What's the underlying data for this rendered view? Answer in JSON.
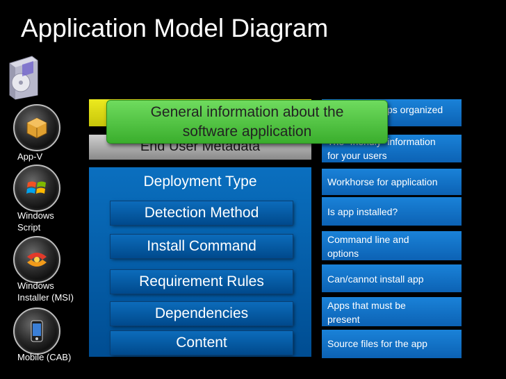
{
  "title": "Application Model Diagram",
  "icons": [
    {
      "name": "App-V",
      "label": "App-V"
    },
    {
      "name": "Windows Script",
      "label_lines": [
        "Windows",
        "Script"
      ]
    },
    {
      "name": "Windows Installer (MSI)",
      "label_lines": [
        "Windows",
        "Installer (MSI)"
      ]
    },
    {
      "name": "Mobile (CAB)",
      "label": "Mobile (CAB)"
    }
  ],
  "callout": {
    "lines": [
      "General information about the",
      "software application"
    ]
  },
  "stack": {
    "end_user_metadata": "End User Metadata",
    "deployment_type": "Deployment Type",
    "items": [
      "Detection Method",
      "Install Command",
      "Requirement Rules",
      "Dependencies",
      "Content"
    ]
  },
  "descriptions": [
    {
      "lines": [
        "ps organized"
      ]
    },
    {
      "lines": [
        "The “friendly” information",
        "for your users"
      ]
    },
    {
      "lines": [
        "Workhorse for application"
      ]
    },
    {
      "lines": [
        "Is app installed?"
      ]
    },
    {
      "lines": [
        "Command line and",
        "options"
      ]
    },
    {
      "lines": [
        "Can/cannot install app"
      ]
    },
    {
      "lines": [
        "Apps that must be",
        "present"
      ]
    },
    {
      "lines": [
        "Source files for the app"
      ]
    }
  ],
  "colors": {
    "background": "#000000",
    "yellow": "#e3e118",
    "callout_green": "#55c945",
    "blue": "#0a6fbf",
    "box_blue": "#1a82d8"
  }
}
